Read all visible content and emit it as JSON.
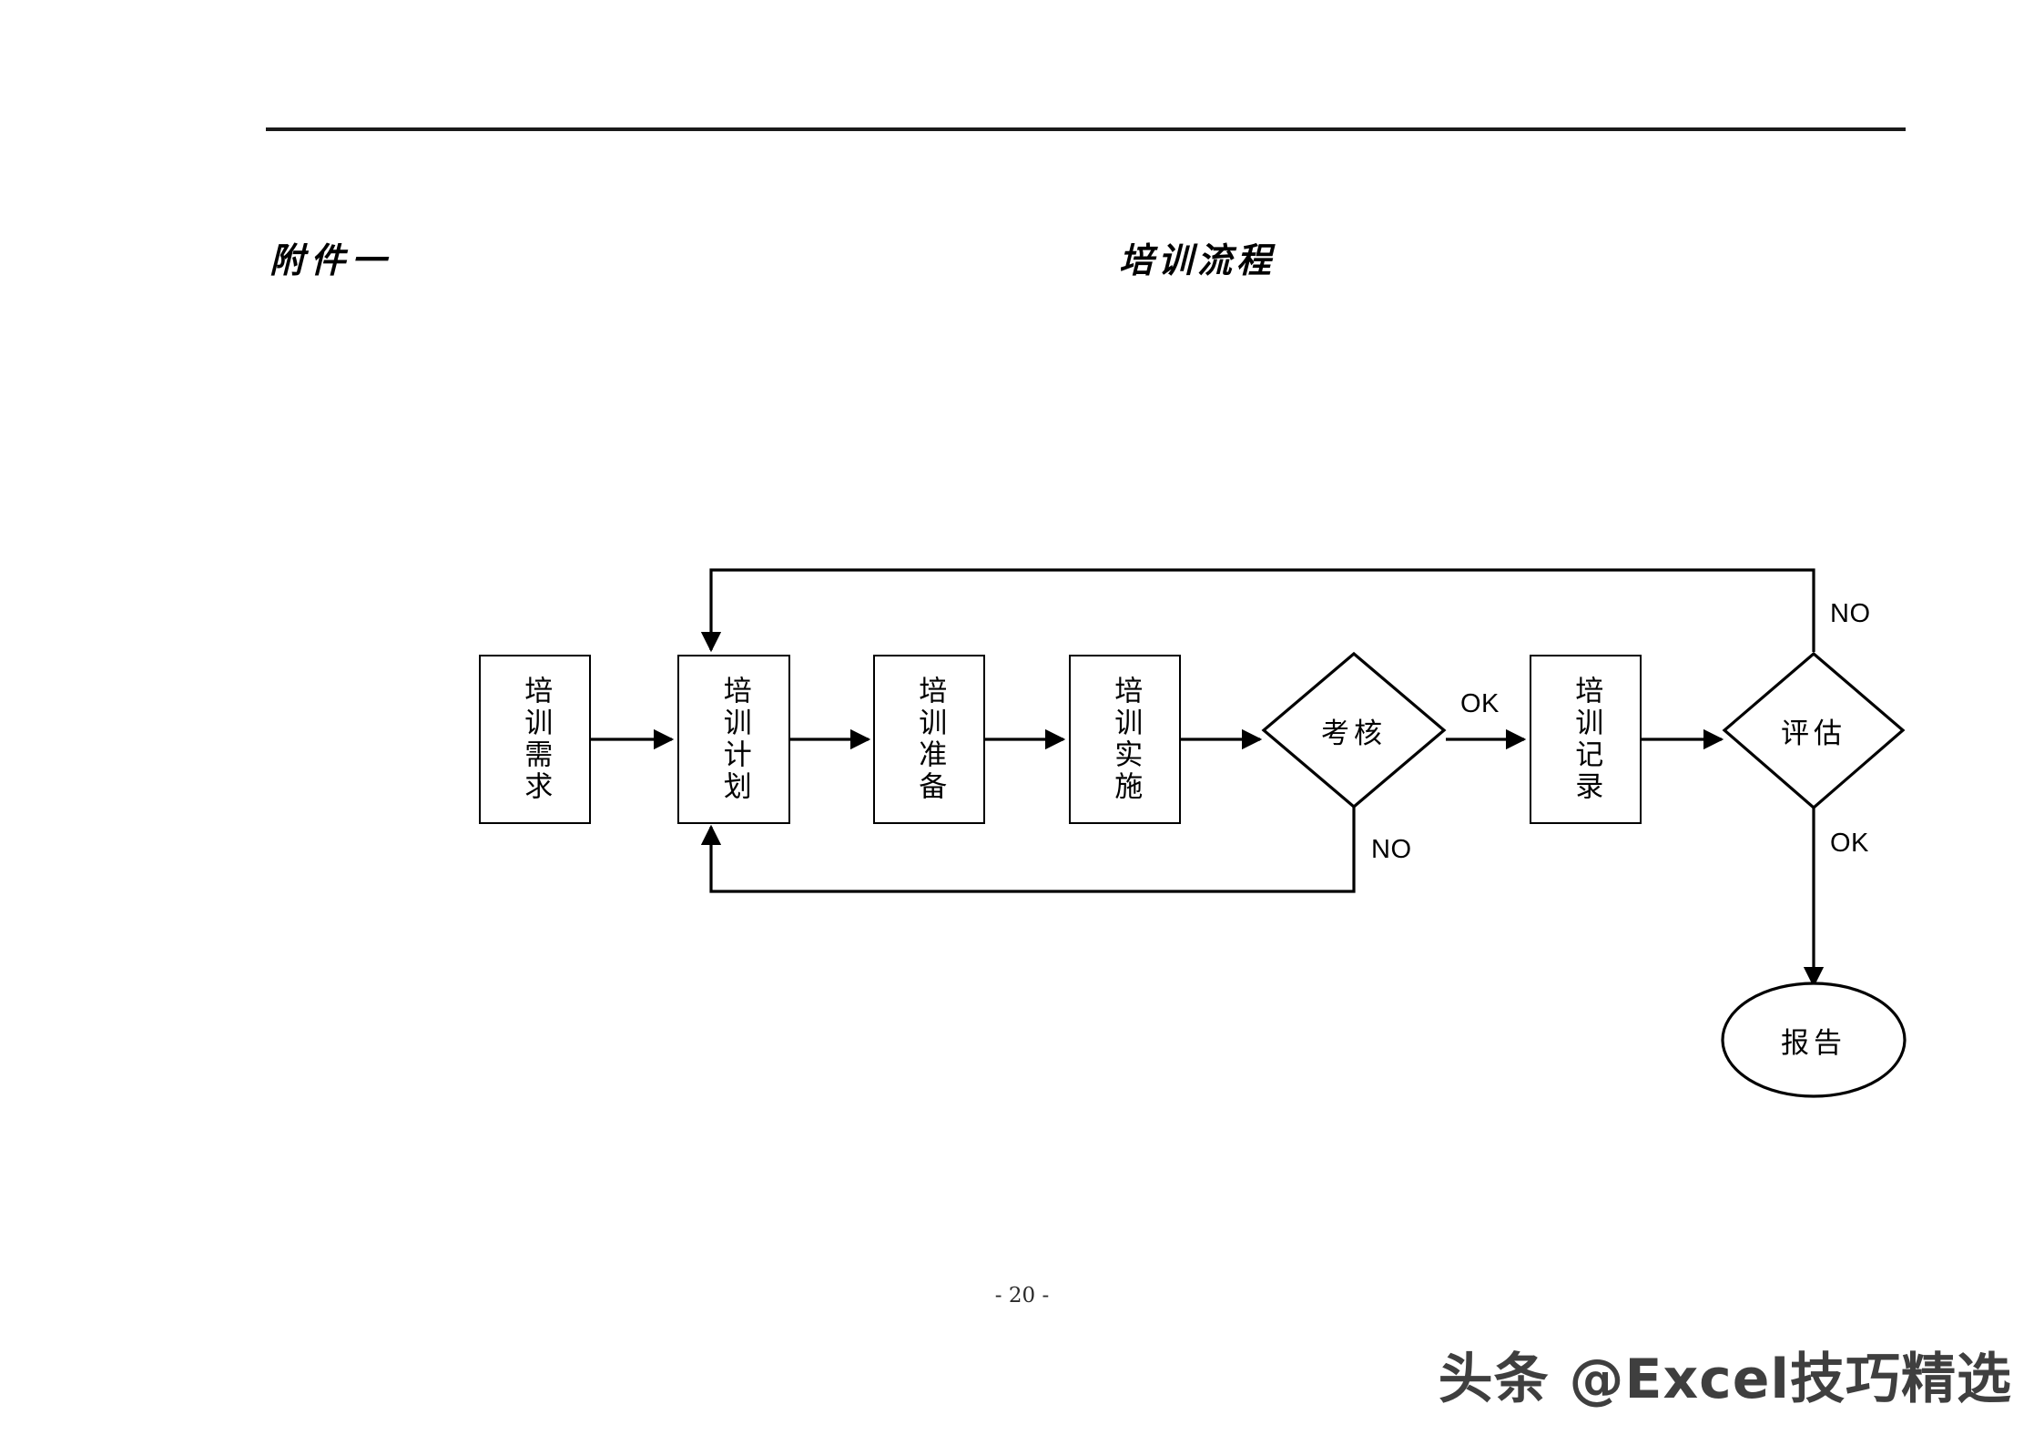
{
  "document": {
    "title_left": "附件一",
    "title_center": "培训流程",
    "page_number": "- 20 -",
    "watermark": "头条 @Excel技巧精选",
    "ink_color": "#000000",
    "background_color": "#ffffff"
  },
  "chart_data": {
    "type": "diagram",
    "diagram_kind": "flowchart",
    "title": "培训流程",
    "orientation": "left-to-right",
    "nodes": [
      {
        "id": "n1",
        "label": "培训需求",
        "shape": "rectangle",
        "text_orientation": "vertical"
      },
      {
        "id": "n2",
        "label": "培训计划",
        "shape": "rectangle",
        "text_orientation": "vertical"
      },
      {
        "id": "n3",
        "label": "培训准备",
        "shape": "rectangle",
        "text_orientation": "vertical"
      },
      {
        "id": "n4",
        "label": "培训实施",
        "shape": "rectangle",
        "text_orientation": "vertical"
      },
      {
        "id": "n5",
        "label": "考核",
        "shape": "diamond",
        "text_orientation": "horizontal"
      },
      {
        "id": "n6",
        "label": "培训记录",
        "shape": "rectangle",
        "text_orientation": "vertical"
      },
      {
        "id": "n7",
        "label": "评估",
        "shape": "diamond",
        "text_orientation": "horizontal"
      },
      {
        "id": "n8",
        "label": "报告",
        "shape": "ellipse",
        "text_orientation": "horizontal"
      }
    ],
    "edges": [
      {
        "from": "n1",
        "to": "n2",
        "label": ""
      },
      {
        "from": "n2",
        "to": "n3",
        "label": ""
      },
      {
        "from": "n3",
        "to": "n4",
        "label": ""
      },
      {
        "from": "n4",
        "to": "n5",
        "label": ""
      },
      {
        "from": "n5",
        "to": "n6",
        "label": "OK"
      },
      {
        "from": "n5",
        "to": "n2",
        "label": "NO"
      },
      {
        "from": "n6",
        "to": "n7",
        "label": ""
      },
      {
        "from": "n7",
        "to": "n2",
        "label": "NO"
      },
      {
        "from": "n7",
        "to": "n8",
        "label": "OK"
      }
    ],
    "edge_labels": {
      "assess_ok": "OK",
      "assess_no": "NO",
      "evaluate_no": "NO",
      "evaluate_ok": "OK"
    }
  }
}
